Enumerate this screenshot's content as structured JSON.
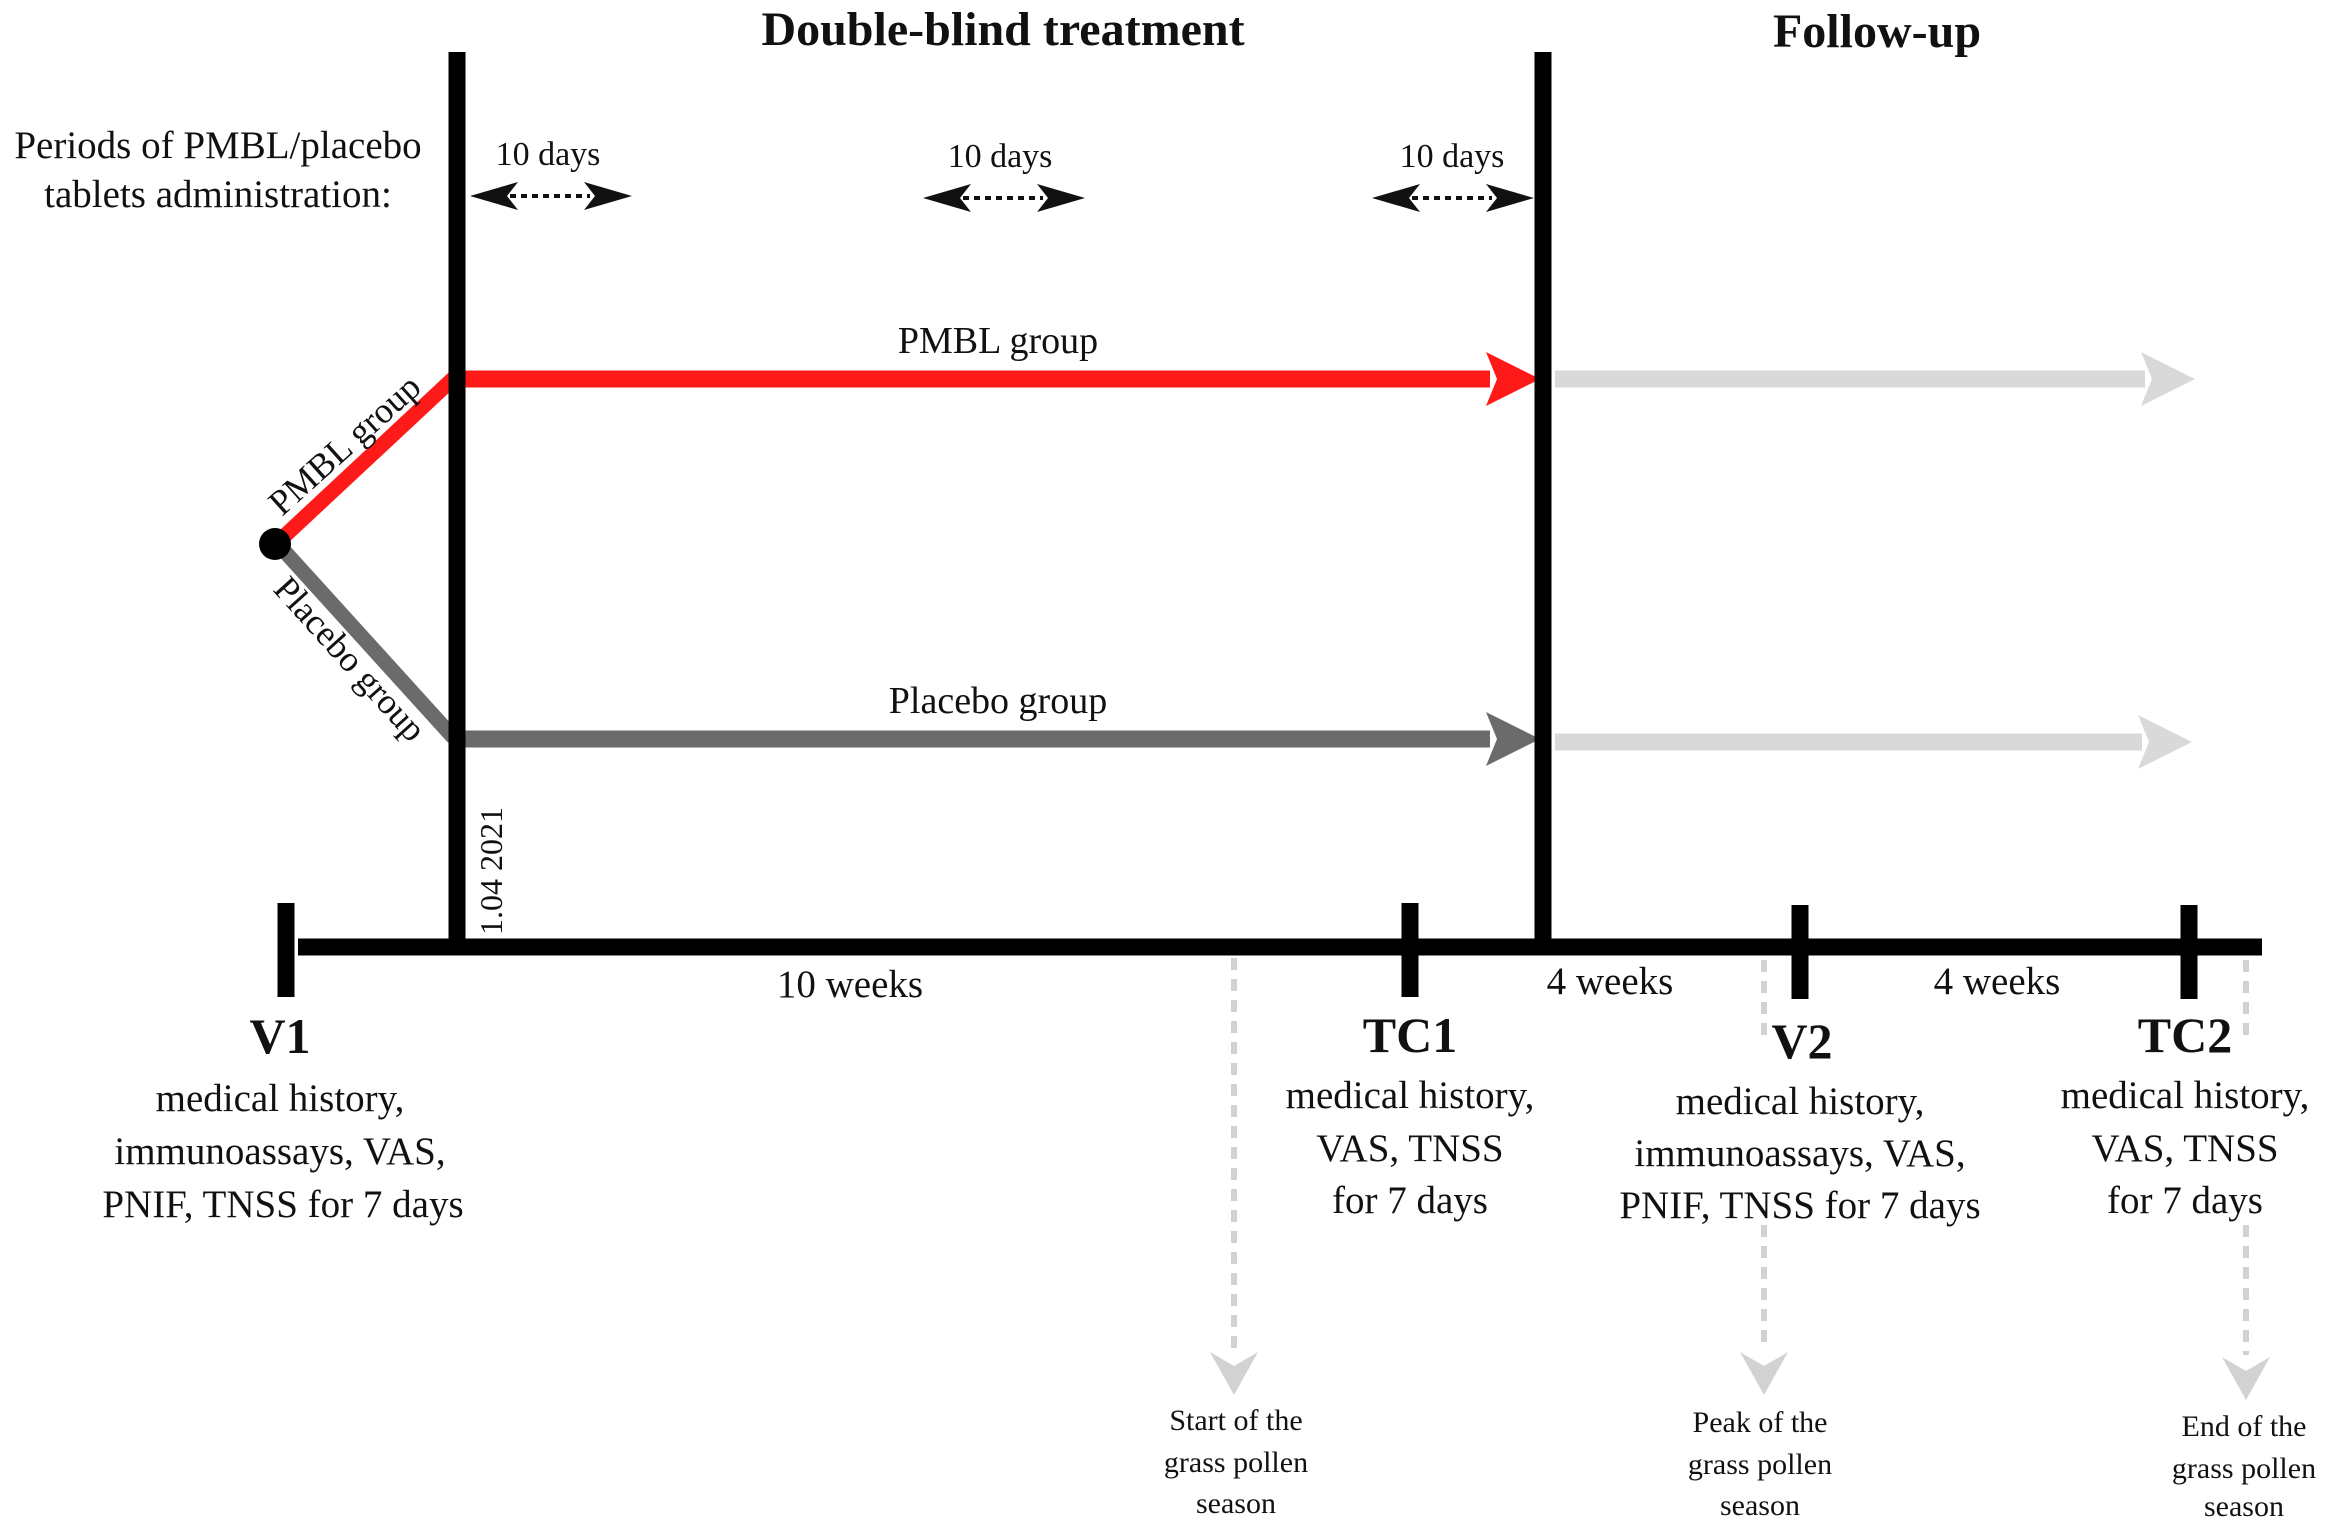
{
  "headers": {
    "treatment": "Double-blind treatment",
    "followup": "Follow-up"
  },
  "periods_label": [
    "Periods of PMBL/placebo",
    "tablets administration:"
  ],
  "period_durations": [
    "10 days",
    "10 days",
    "10 days"
  ],
  "groups": {
    "pmbl": {
      "label": "PMBL group",
      "branch_label": "PMBL group",
      "color": "#ff1a1a"
    },
    "placebo": {
      "label": "Placebo group",
      "branch_label": "Placebo group",
      "color": "#6b6b6b"
    },
    "followup_color": "#d9d9d9"
  },
  "start_date": "1.04 2021",
  "timeline": {
    "segments": [
      "10 weeks",
      "4 weeks",
      "4 weeks"
    ]
  },
  "visits": [
    {
      "id": "V1",
      "lines": [
        "medical history,",
        "immunoassays, VAS,",
        "PNIF, TNSS for 7 days"
      ]
    },
    {
      "id": "TC1",
      "lines": [
        "medical history,",
        "VAS, TNSS",
        "for 7 days"
      ]
    },
    {
      "id": "V2",
      "lines": [
        "medical history,",
        "immunoassays, VAS,",
        "PNIF, TNSS for 7 days"
      ]
    },
    {
      "id": "TC2",
      "lines": [
        "medical history,",
        "VAS, TNSS",
        "for 7 days"
      ]
    }
  ],
  "season_markers": [
    {
      "lines": [
        "Start of the",
        "grass pollen",
        "season"
      ]
    },
    {
      "lines": [
        "Peak of the",
        "grass pollen",
        "season"
      ]
    },
    {
      "lines": [
        "End of the",
        "grass pollen",
        "season"
      ]
    }
  ]
}
